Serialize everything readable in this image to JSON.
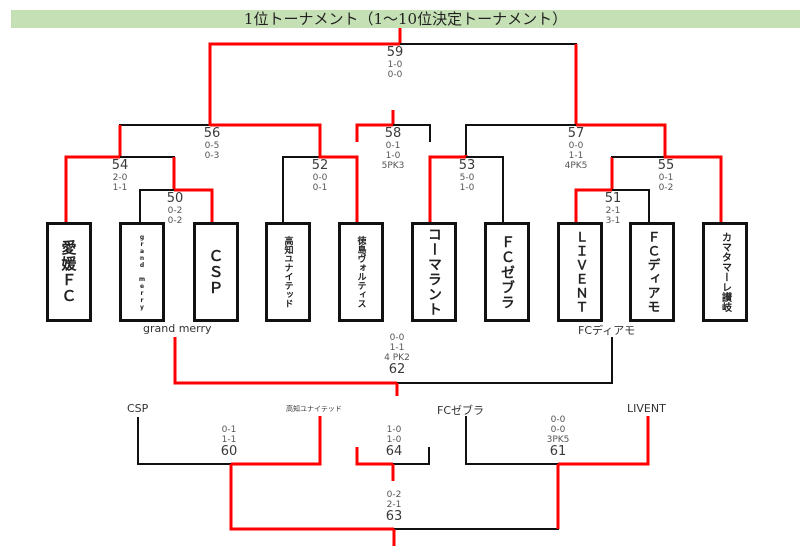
{
  "title": "1位トーナメント（1〜10位決定トーナメント）",
  "colors": {
    "winner_line": "#ff0000",
    "loser_line": "#111111",
    "header_bg": "#c5e0b4"
  },
  "teams": [
    {
      "name": "愛媛ＦＣ",
      "label": "愛媛FC"
    },
    {
      "name": "grand merry",
      "label": "grand merry"
    },
    {
      "name": "ＣＳＰ",
      "label": "CSP"
    },
    {
      "name": "高知ユナイテッド",
      "label": "高知ユナイテッド"
    },
    {
      "name": "徳島ヴォルティス",
      "label": "徳島ヴォルティス"
    },
    {
      "name": "コーマラント",
      "label": "コーマラント"
    },
    {
      "name": "ＦＣゼブラ",
      "label": "FCゼブラ"
    },
    {
      "name": "ＬＩＶＥＮＴ",
      "label": "LIVENT"
    },
    {
      "name": "ＦＣディアモ",
      "label": "FCディアモ"
    },
    {
      "name": "カマタマーレ讃岐",
      "label": "カマタマーレ讃岐"
    }
  ],
  "matches": {
    "m50": {
      "no": "50",
      "scores": [
        "0-2",
        "0-2"
      ]
    },
    "m51": {
      "no": "51",
      "scores": [
        "2-1",
        "3-1"
      ]
    },
    "m52": {
      "no": "52",
      "scores": [
        "0-0",
        "0-1"
      ]
    },
    "m53": {
      "no": "53",
      "scores": [
        "5-0",
        "1-0"
      ]
    },
    "m54": {
      "no": "54",
      "scores": [
        "2-0",
        "1-1"
      ]
    },
    "m55": {
      "no": "55",
      "scores": [
        "0-1",
        "0-2"
      ]
    },
    "m56": {
      "no": "56",
      "scores": [
        "0-5",
        "0-3"
      ]
    },
    "m57": {
      "no": "57",
      "scores": [
        "0-0",
        "1-1",
        "4PK5"
      ]
    },
    "m58": {
      "no": "58",
      "scores": [
        "0-1",
        "1-0",
        "5PK3"
      ]
    },
    "m59": {
      "no": "59",
      "scores": [
        "1-0",
        "0-0"
      ]
    },
    "m60": {
      "no": "60",
      "scores": [
        "0-1",
        "1-1"
      ]
    },
    "m61": {
      "no": "61",
      "scores": [
        "0-0",
        "0-0",
        "3PK5"
      ]
    },
    "m62": {
      "no": "62",
      "scores": [
        "0-0",
        "1-1",
        "4 PK2"
      ]
    },
    "m63": {
      "no": "63",
      "scores": [
        "0-2",
        "2-1"
      ]
    },
    "m64": {
      "no": "64",
      "scores": [
        "1-0",
        "1-0"
      ]
    }
  },
  "lower_names": {
    "m62_left": "grand merry",
    "m62_right": "FCディアモ",
    "m60_left": "CSP",
    "m60_right": "高知ユナイテッド",
    "m61_left": "FCゼブラ",
    "m61_right": "LIVENT"
  }
}
